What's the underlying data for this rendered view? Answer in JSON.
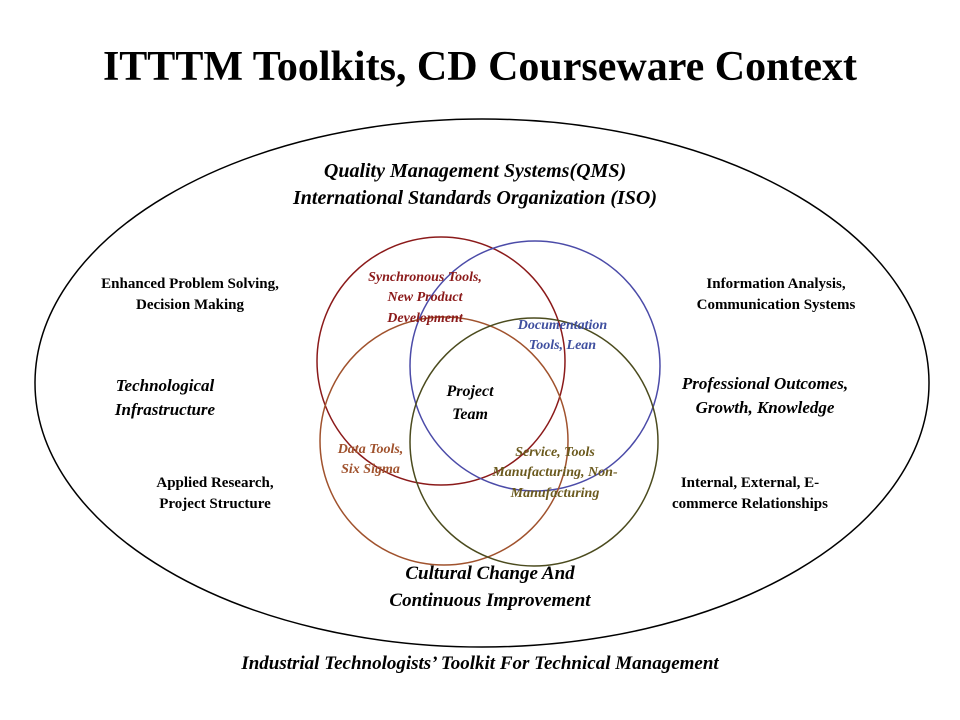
{
  "title": "ITTTM Toolkits, CD Courseware Context",
  "outer": {
    "top_label": "Quality Management Systems(QMS)\nInternational Standards Organization (ISO)",
    "footer": "Industrial Technologists’ Toolkit For Technical Management"
  },
  "left": {
    "problem_solving": "Enhanced Problem Solving,\nDecision Making",
    "infrastructure": "Technological\nInfrastructure",
    "applied_research": "Applied Research,\nProject Structure"
  },
  "right": {
    "information": "Information Analysis,\nCommunication Systems",
    "professional": "Professional Outcomes,\nGrowth, Knowledge",
    "relationships": "Internal, External, E-\ncommerce Relationships"
  },
  "circles": {
    "synchronous": "Synchronous Tools,\nNew Product\nDevelopment",
    "documentation": "Documentation\nTools, Lean",
    "data": "Data Tools,\nSix Sigma",
    "service": "Service, Tools\nManufacturing, Non-\nManufacturing",
    "center": "Project\nTeam"
  },
  "cultural": "Cultural Change And\nContinuous Improvement",
  "colors": {
    "outer_ellipse": "#000000",
    "synchronous": "#8B1A1A",
    "documentation": "#4B4BA8",
    "data": "#A0522D",
    "service": "#4B4B1E",
    "synchronous_text": "#8B1A1A",
    "documentation_text": "#3F4F9F",
    "data_text": "#A0522D",
    "service_text": "#6B5A1E"
  }
}
